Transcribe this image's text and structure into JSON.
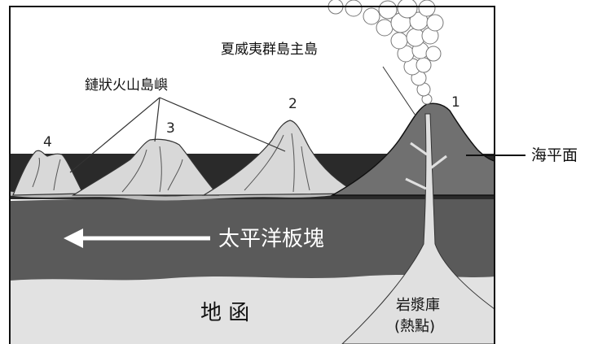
{
  "labels": {
    "main_island": "夏威夷群島主島",
    "chain_islands": "鏈狀火山島嶼",
    "sea_level": "海平面",
    "pacific_plate": "太平洋板塊",
    "mantle": "地 函",
    "magma_line1": "岩漿庫",
    "magma_line2": "(熱點)"
  },
  "island_numbers": [
    "1",
    "2",
    "3",
    "4"
  ],
  "colors": {
    "ocean": "#2a2a2a",
    "plate": "#5a5a5a",
    "mantle": "#e2e2e2",
    "island_light": "#d8d8d8",
    "main_volcano": "#707070",
    "sky": "#ffffff",
    "arrow": "#ffffff"
  }
}
